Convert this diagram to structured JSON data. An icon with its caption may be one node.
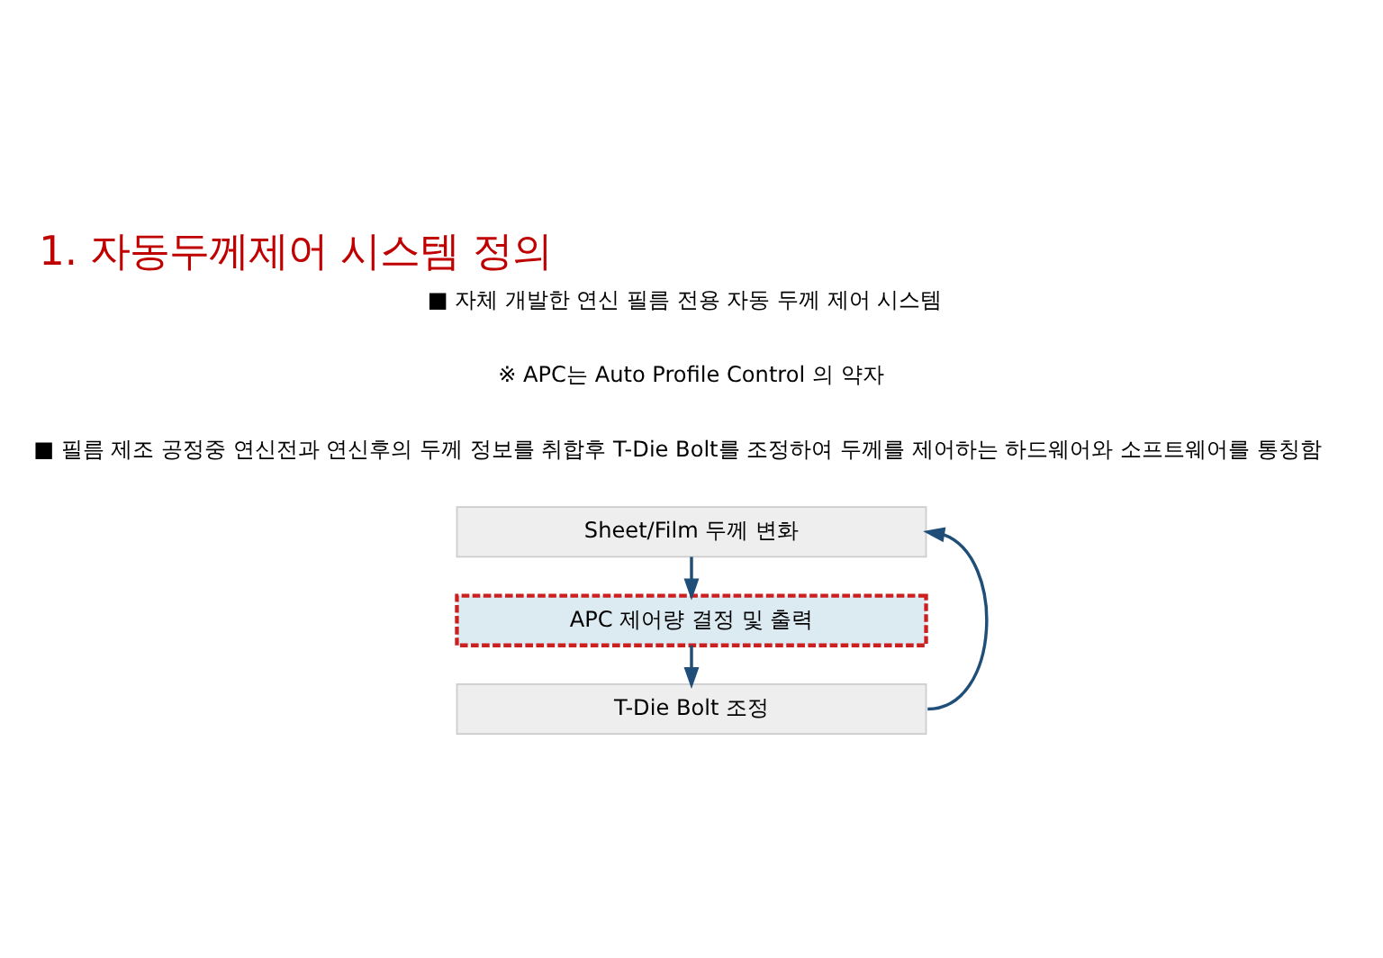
{
  "diagram": {
    "title": "1. 자동두께제어 시스템 정의",
    "nodes": [
      {
        "text": [
          "Sheet/Film 두께 변화"
        ]
      },
      {
        "text": [
          "APC 제어량 결정 및 출력"
        ]
      },
      {
        "text": [
          "T-Die Bolt 조정"
        ]
      }
    ],
    "edges": [
      {
        "from": 0,
        "to": 1,
        "arrow": "to"
      },
      {
        "from": 1,
        "to": 2,
        "arrow": "to"
      },
      {
        "from": 2,
        "to": 0,
        "arrow": "to"
      }
    ],
    "labels": [
      "■ 자체 개발한 연신 필름 전용 자동 두께 제어 시스템",
      "※ APC는 Auto Profile Control 의 약자",
      "■ 필름 제조 공정중 연신전과 연신후의 두께 정보를 취합후 T-Die Bolt를 조정하여 두께를 제어하는 하드웨어와 소프트웨어를 통칭함"
    ]
  }
}
